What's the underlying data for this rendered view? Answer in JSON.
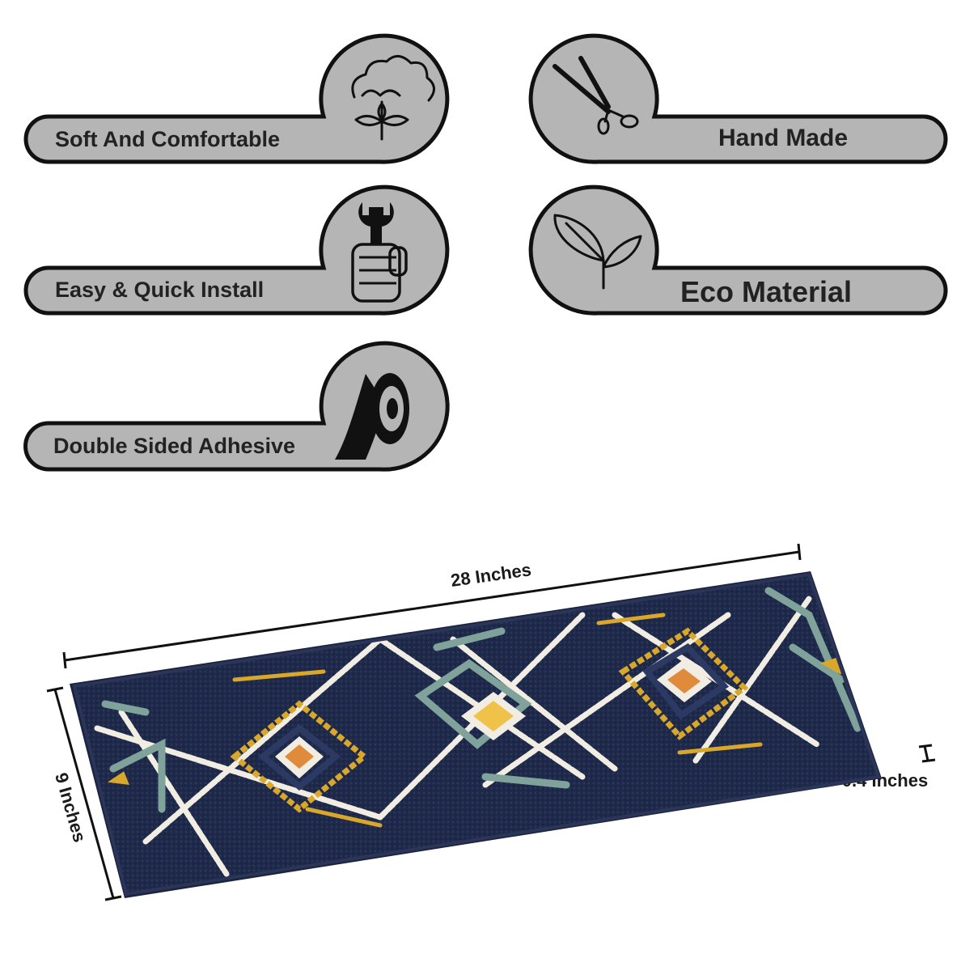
{
  "features": [
    {
      "label": "Soft And Comfortable",
      "icon": "cotton-flower-icon"
    },
    {
      "label": "Hand Made",
      "icon": "scissors-icon"
    },
    {
      "label": "Easy & Quick Install",
      "icon": "wrench-fist-icon"
    },
    {
      "label": "Eco Material",
      "icon": "leaf-sprout-icon"
    },
    {
      "label": "Double Sided Adhesive",
      "icon": "tape-roll-icon"
    }
  ],
  "dimensions": {
    "length": "28 Inches",
    "width": "9 Inches",
    "thickness": "0.4 Inches"
  },
  "colors": {
    "badge_fill": "#b5b5b5",
    "badge_stroke": "#111111",
    "rug_navy": "#1f2a4a",
    "rug_gold": "#d9a82b",
    "rug_sage": "#7fa39a",
    "rug_cream": "#f2ede2",
    "rug_orange": "#e08a3c"
  }
}
